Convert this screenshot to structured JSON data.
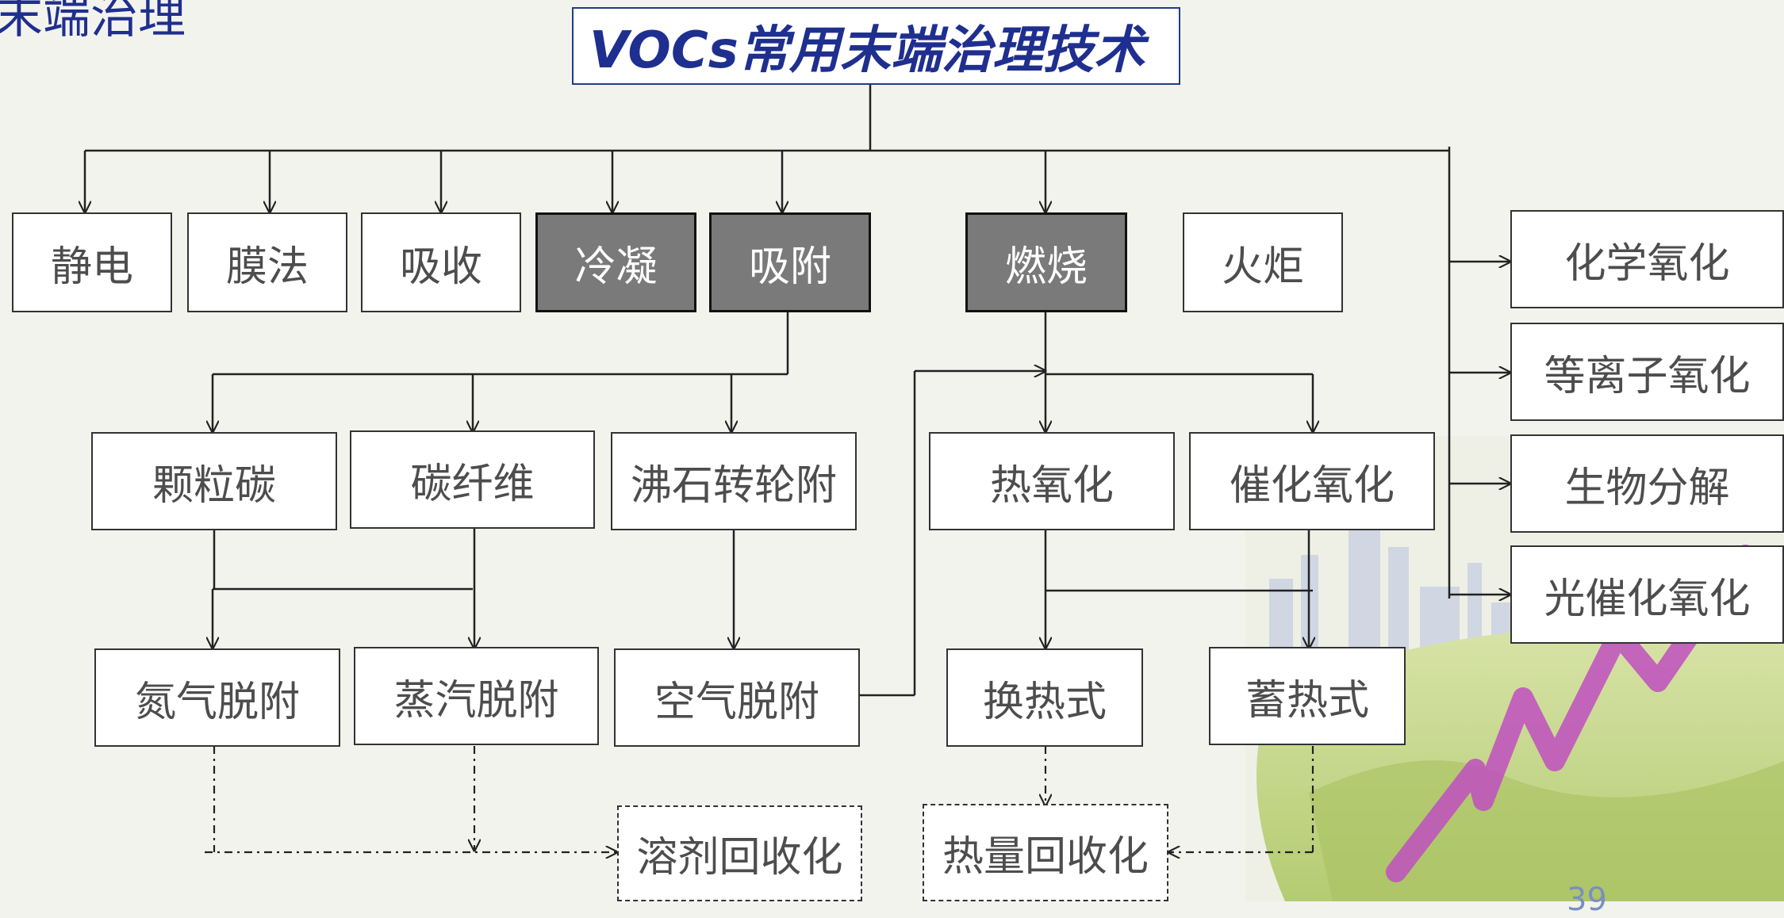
{
  "slide": {
    "corner_heading": "末端治理",
    "title": "VOCs常用末端治理技术",
    "page_number": "39"
  },
  "nodes": {
    "electrostatic": "静电",
    "membrane": "膜法",
    "absorption": "吸收",
    "condensation": "冷凝",
    "adsorption": "吸附",
    "combustion": "燃烧",
    "flare": "火炬",
    "chemical_oxidation": "化学氧化",
    "plasma_oxidation": "等离子氧化",
    "biodegradation": "生物分解",
    "photocatalytic_oxidation": "光催化氧化",
    "granular_carbon": "颗粒碳",
    "carbon_fiber": "碳纤维",
    "zeolite_rotor": "沸石转轮附",
    "thermal_oxidation": "热氧化",
    "catalytic_oxidation": "催化氧化",
    "nitrogen_desorption": "氮气脱附",
    "steam_desorption": "蒸汽脱附",
    "air_desorption": "空气脱附",
    "recuperative": "换热式",
    "regenerative": "蓄热式",
    "solvent_recovery": "溶剂回收化",
    "heat_recovery": "热量回收化"
  },
  "colors": {
    "title_text": "#1f2f8f",
    "highlight_fill": "#7a7a7a",
    "box_text": "#4d4d4d",
    "background": "#f3f3ee"
  }
}
